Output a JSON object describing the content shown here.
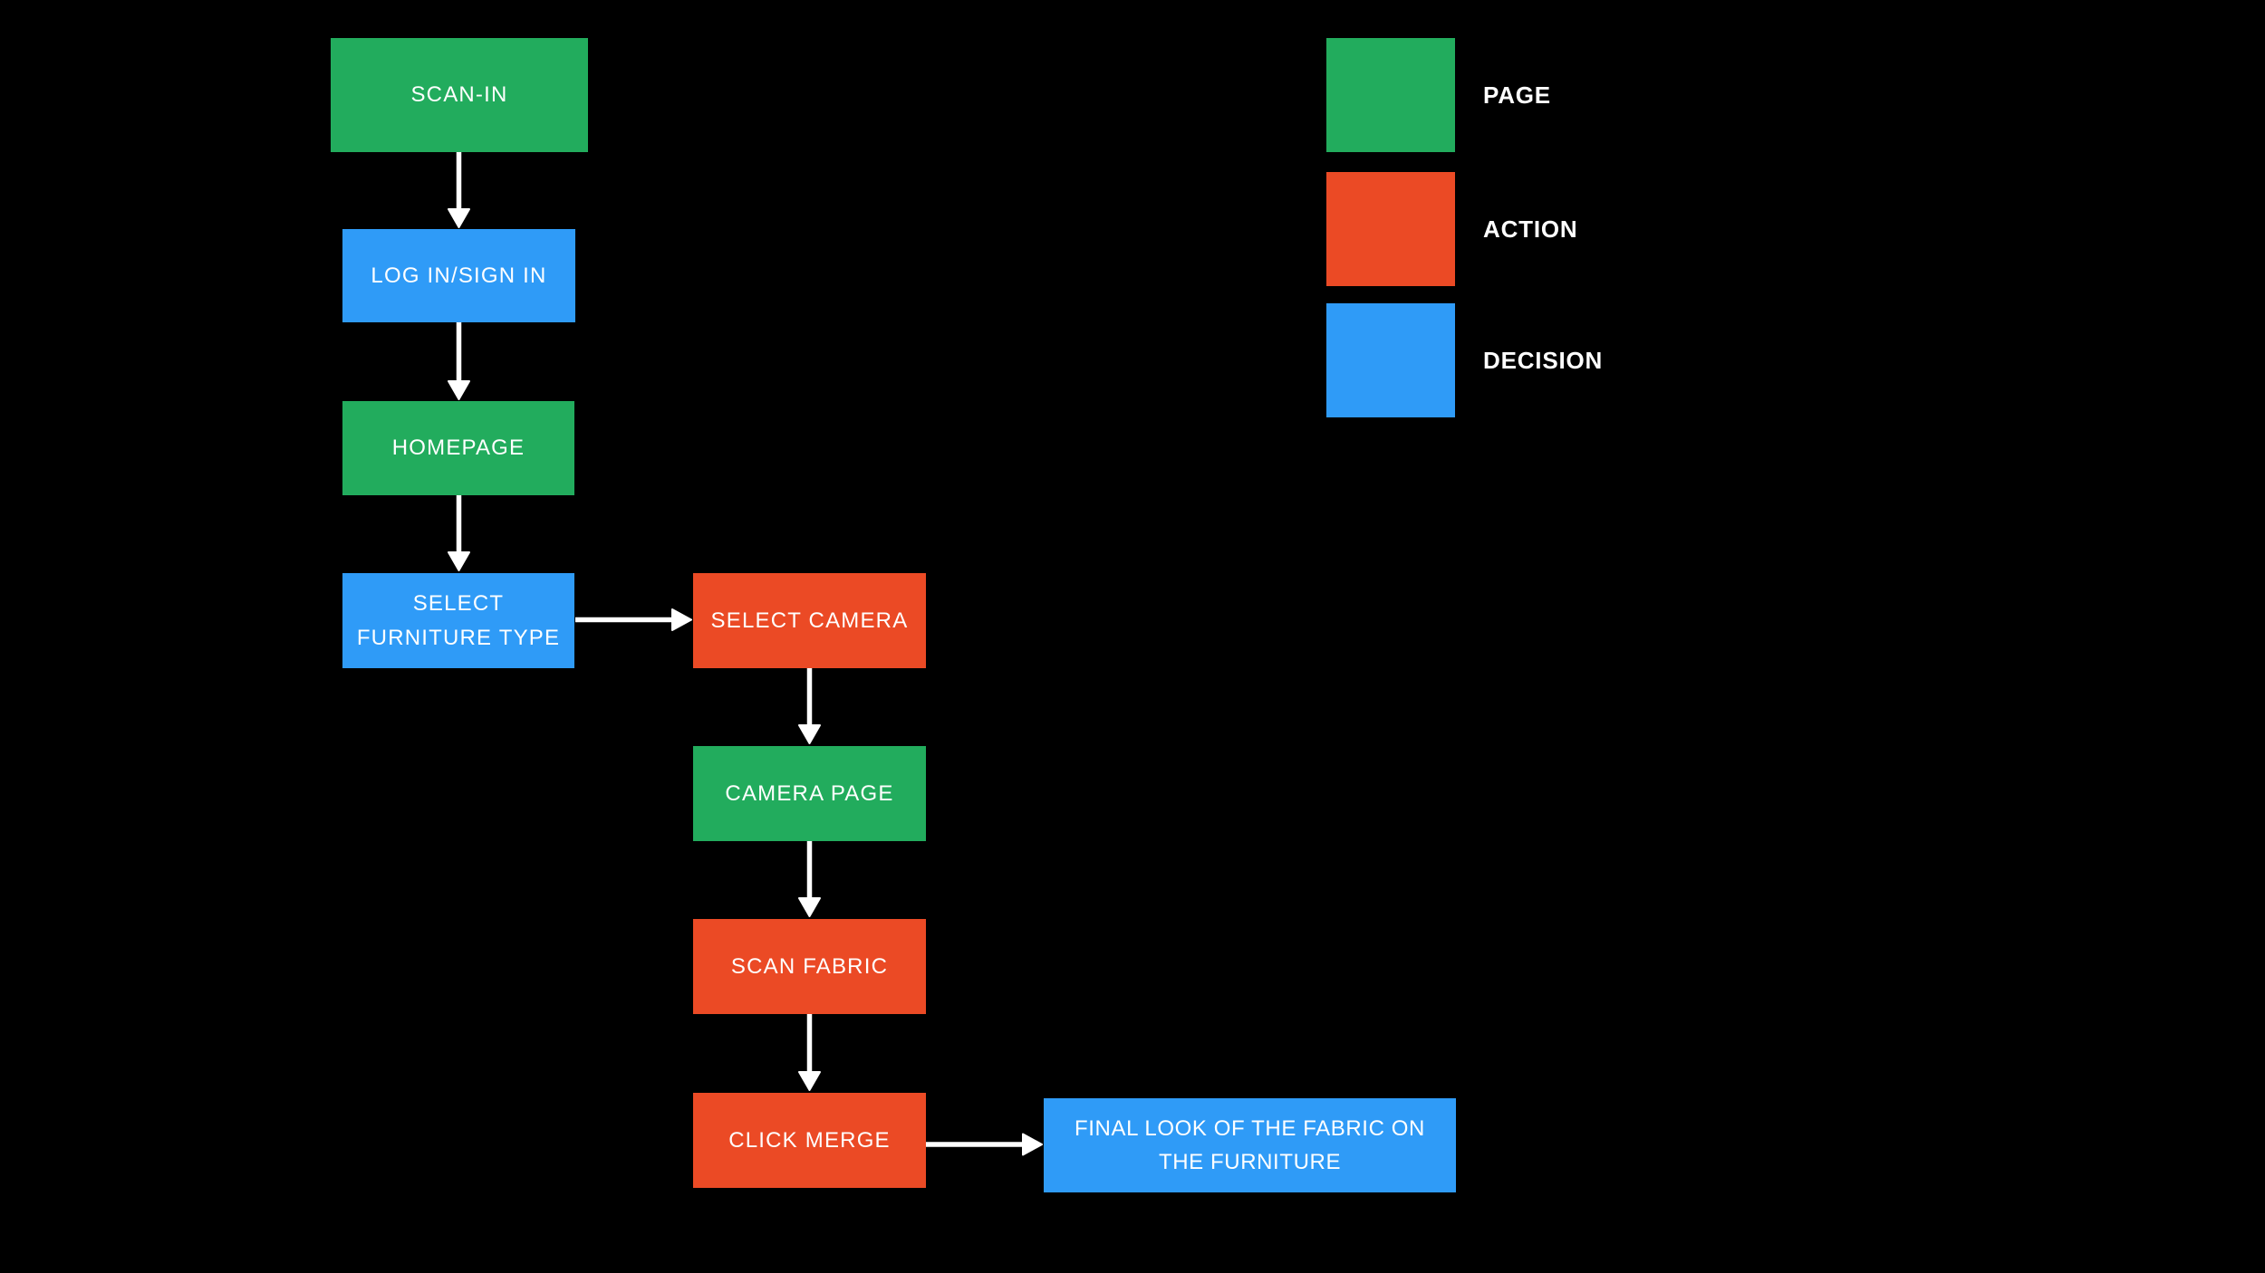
{
  "colors": {
    "background": "#000000",
    "page": "#22AC5D",
    "action": "#EB4A25",
    "decision": "#2F9BF7",
    "arrow": "#FFFFFF",
    "text": "#FFFFFF"
  },
  "diagram": {
    "nodes": [
      {
        "id": "scan-in",
        "label": "SCAN-IN",
        "type": "page"
      },
      {
        "id": "log-in-sign-in",
        "label": "LOG IN/SIGN IN",
        "type": "decision"
      },
      {
        "id": "homepage",
        "label": "HOMEPAGE",
        "type": "page"
      },
      {
        "id": "select-furniture-type",
        "label": "SELECT\nFURNITURE TYPE",
        "type": "decision"
      },
      {
        "id": "select-camera",
        "label": "SELECT CAMERA",
        "type": "action"
      },
      {
        "id": "camera-page",
        "label": "CAMERA PAGE",
        "type": "page"
      },
      {
        "id": "scan-fabric",
        "label": "SCAN FABRIC",
        "type": "action"
      },
      {
        "id": "click-merge",
        "label": "CLICK MERGE",
        "type": "action"
      },
      {
        "id": "final-look",
        "label": "FINAL LOOK OF THE FABRIC ON\nTHE FURNITURE",
        "type": "decision"
      }
    ],
    "edges": [
      {
        "from": "scan-in",
        "to": "log-in-sign-in",
        "direction": "down"
      },
      {
        "from": "log-in-sign-in",
        "to": "homepage",
        "direction": "down"
      },
      {
        "from": "homepage",
        "to": "select-furniture-type",
        "direction": "down"
      },
      {
        "from": "select-furniture-type",
        "to": "select-camera",
        "direction": "right"
      },
      {
        "from": "select-camera",
        "to": "camera-page",
        "direction": "down"
      },
      {
        "from": "camera-page",
        "to": "scan-fabric",
        "direction": "down"
      },
      {
        "from": "scan-fabric",
        "to": "click-merge",
        "direction": "down"
      },
      {
        "from": "click-merge",
        "to": "final-look",
        "direction": "right"
      }
    ]
  },
  "legend": {
    "items": [
      {
        "label": "PAGE",
        "type": "page"
      },
      {
        "label": "ACTION",
        "type": "action"
      },
      {
        "label": "DECISION",
        "type": "decision"
      }
    ]
  }
}
